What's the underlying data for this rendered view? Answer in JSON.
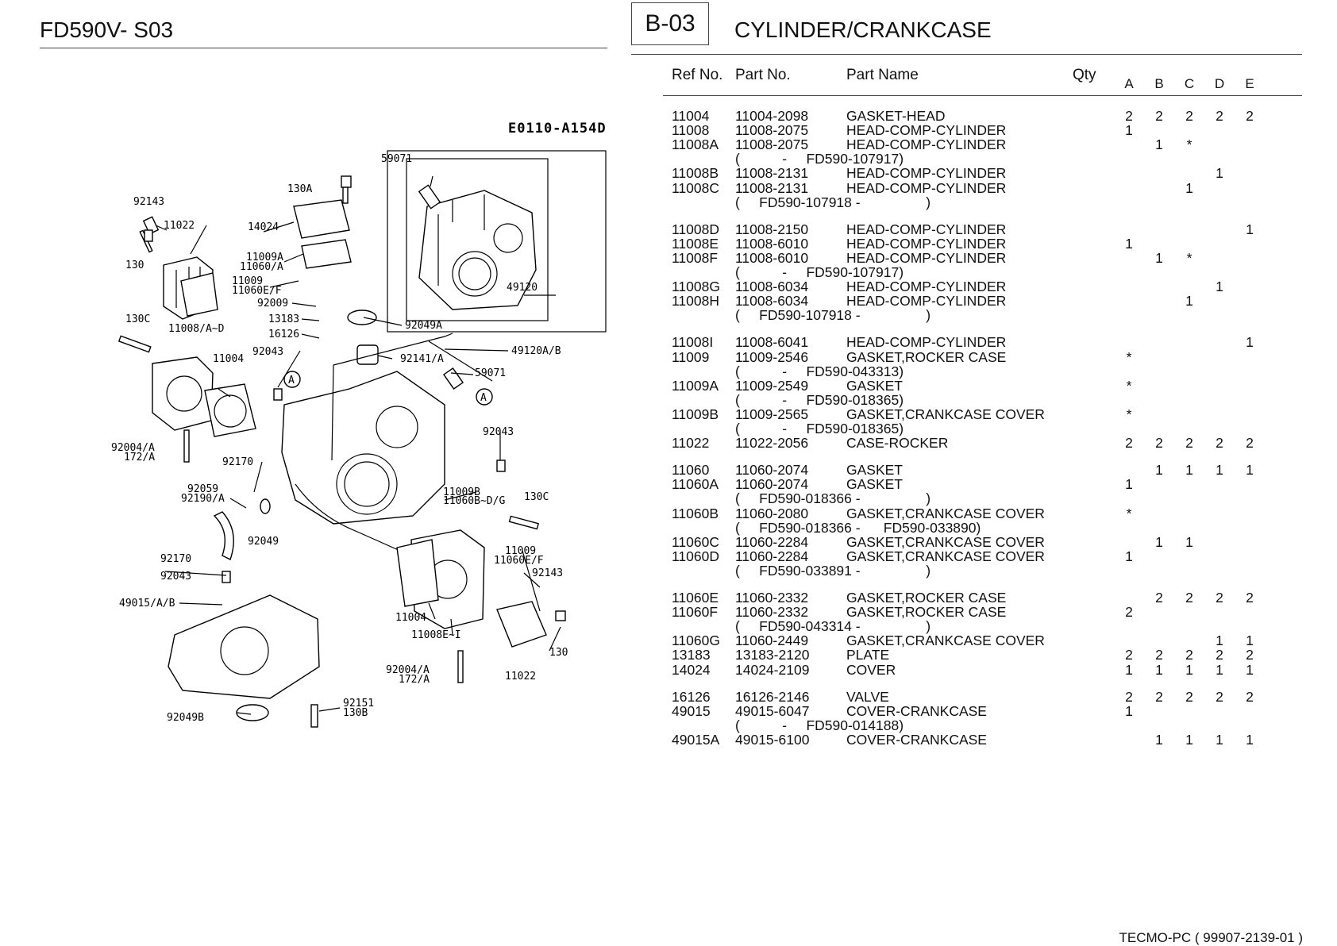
{
  "header": {
    "model": "FD590V- S03",
    "section_code": "B-03",
    "section_title": "CYLINDER/CRANKCASE"
  },
  "table": {
    "col_ref": "Ref No.",
    "col_part": "Part No.",
    "col_name": "Part Name",
    "col_qty": "Qty",
    "variants": [
      "A",
      "B",
      "C",
      "D",
      "E"
    ],
    "rows": [
      {
        "ref": "11004",
        "part": "11004-2098",
        "name": "GASKET-HEAD",
        "qty": [
          "2",
          "2",
          "2",
          "2",
          "2"
        ]
      },
      {
        "ref": "11008",
        "part": "11008-2075",
        "name": "HEAD-COMP-CYLINDER",
        "qty": [
          "1",
          "",
          "",
          "",
          ""
        ]
      },
      {
        "ref": "11008A",
        "part": "11008-2075",
        "name": "HEAD-COMP-CYLINDER",
        "qty": [
          "",
          "1",
          "*",
          "",
          ""
        ]
      },
      {
        "serial": "(           -     FD590-107917)"
      },
      {
        "ref": "11008B",
        "part": "11008-2131",
        "name": "HEAD-COMP-CYLINDER",
        "qty": [
          "",
          "",
          "",
          "1",
          ""
        ]
      },
      {
        "ref": "11008C",
        "part": "11008-2131",
        "name": "HEAD-COMP-CYLINDER",
        "qty": [
          "",
          "",
          "1",
          "",
          ""
        ]
      },
      {
        "serial": "(     FD590-107918 -                 )"
      },
      {
        "gap": true
      },
      {
        "ref": "11008D",
        "part": "11008-2150",
        "name": "HEAD-COMP-CYLINDER",
        "qty": [
          "",
          "",
          "",
          "",
          "1"
        ]
      },
      {
        "ref": "11008E",
        "part": "11008-6010",
        "name": "HEAD-COMP-CYLINDER",
        "qty": [
          "1",
          "",
          "",
          "",
          ""
        ]
      },
      {
        "ref": "11008F",
        "part": "11008-6010",
        "name": "HEAD-COMP-CYLINDER",
        "qty": [
          "",
          "1",
          "*",
          "",
          ""
        ]
      },
      {
        "serial": "(           -     FD590-107917)"
      },
      {
        "ref": "11008G",
        "part": "11008-6034",
        "name": "HEAD-COMP-CYLINDER",
        "qty": [
          "",
          "",
          "",
          "1",
          ""
        ]
      },
      {
        "ref": "11008H",
        "part": "11008-6034",
        "name": "HEAD-COMP-CYLINDER",
        "qty": [
          "",
          "",
          "1",
          "",
          ""
        ]
      },
      {
        "serial": "(     FD590-107918 -                 )"
      },
      {
        "gap": true
      },
      {
        "ref": "11008I",
        "part": "11008-6041",
        "name": "HEAD-COMP-CYLINDER",
        "qty": [
          "",
          "",
          "",
          "",
          "1"
        ]
      },
      {
        "ref": "11009",
        "part": "11009-2546",
        "name": "GASKET,ROCKER CASE",
        "qty": [
          "*",
          "",
          "",
          "",
          ""
        ]
      },
      {
        "serial": "(           -     FD590-043313)"
      },
      {
        "ref": "11009A",
        "part": "11009-2549",
        "name": "GASKET",
        "qty": [
          "*",
          "",
          "",
          "",
          ""
        ]
      },
      {
        "serial": "(           -     FD590-018365)"
      },
      {
        "ref": "11009B",
        "part": "11009-2565",
        "name": "GASKET,CRANKCASE COVER",
        "qty": [
          "*",
          "",
          "",
          "",
          ""
        ]
      },
      {
        "serial": "(           -     FD590-018365)"
      },
      {
        "ref": "11022",
        "part": "11022-2056",
        "name": "CASE-ROCKER",
        "qty": [
          "2",
          "2",
          "2",
          "2",
          "2"
        ]
      },
      {
        "gap": true
      },
      {
        "ref": "11060",
        "part": "11060-2074",
        "name": "GASKET",
        "qty": [
          "",
          "1",
          "1",
          "1",
          "1"
        ]
      },
      {
        "ref": "11060A",
        "part": "11060-2074",
        "name": "GASKET",
        "qty": [
          "1",
          "",
          "",
          "",
          ""
        ]
      },
      {
        "serial": "(     FD590-018366 -                 )"
      },
      {
        "ref": "11060B",
        "part": "11060-2080",
        "name": "GASKET,CRANKCASE COVER",
        "qty": [
          "*",
          "",
          "",
          "",
          ""
        ]
      },
      {
        "serial": "(     FD590-018366 -      FD590-033890)"
      },
      {
        "ref": "11060C",
        "part": "11060-2284",
        "name": "GASKET,CRANKCASE COVER",
        "qty": [
          "",
          "1",
          "1",
          "",
          ""
        ]
      },
      {
        "ref": "11060D",
        "part": "11060-2284",
        "name": "GASKET,CRANKCASE COVER",
        "qty": [
          "1",
          "",
          "",
          "",
          ""
        ]
      },
      {
        "serial": "(     FD590-033891 -                 )"
      },
      {
        "gap": true
      },
      {
        "ref": "11060E",
        "part": "11060-2332",
        "name": "GASKET,ROCKER CASE",
        "qty": [
          "",
          "2",
          "2",
          "2",
          "2"
        ]
      },
      {
        "ref": "11060F",
        "part": "11060-2332",
        "name": "GASKET,ROCKER CASE",
        "qty": [
          "2",
          "",
          "",
          "",
          ""
        ]
      },
      {
        "serial": "(     FD590-043314 -                 )"
      },
      {
        "ref": "11060G",
        "part": "11060-2449",
        "name": "GASKET,CRANKCASE COVER",
        "qty": [
          "",
          "",
          "",
          "1",
          "1"
        ]
      },
      {
        "ref": "13183",
        "part": "13183-2120",
        "name": "PLATE",
        "qty": [
          "2",
          "2",
          "2",
          "2",
          "2"
        ]
      },
      {
        "ref": "14024",
        "part": "14024-2109",
        "name": "COVER",
        "qty": [
          "1",
          "1",
          "1",
          "1",
          "1"
        ]
      },
      {
        "gap": true
      },
      {
        "ref": "16126",
        "part": "16126-2146",
        "name": "VALVE",
        "qty": [
          "2",
          "2",
          "2",
          "2",
          "2"
        ]
      },
      {
        "ref": "49015",
        "part": "49015-6047",
        "name": "COVER-CRANKCASE",
        "qty": [
          "1",
          "",
          "",
          "",
          ""
        ]
      },
      {
        "serial": "(           -     FD590-014188)"
      },
      {
        "ref": "49015A",
        "part": "49015-6100",
        "name": "COVER-CRANKCASE",
        "qty": [
          "",
          "1",
          "1",
          "1",
          "1"
        ]
      }
    ]
  },
  "diagram": {
    "code": "E0110-A154D",
    "labels": [
      "59071",
      "49120",
      "130A",
      "14024",
      "11009A",
      "11060/A",
      "92143",
      "11022",
      "130",
      "11009",
      "11060E/F",
      "92009",
      "130C",
      "11008/A~D",
      "13183",
      "16126",
      "92049A",
      "11004",
      "92043",
      "92141/A",
      "49120A/B",
      "59071",
      "A",
      "A",
      "92043",
      "92004/A",
      "172/A",
      "92170",
      "92059",
      "92190/A",
      "11009B",
      "11060B~D/G",
      "130C",
      "92170",
      "92049",
      "92043",
      "49015/A/B",
      "11009",
      "11060E/F",
      "92143",
      "11004",
      "11008E~I",
      "130",
      "92004/A",
      "172/A",
      "11022",
      "92151",
      "130B",
      "92049B"
    ]
  },
  "footer": {
    "text": "TECMO-PC  ( 99907-2139-01 )"
  }
}
